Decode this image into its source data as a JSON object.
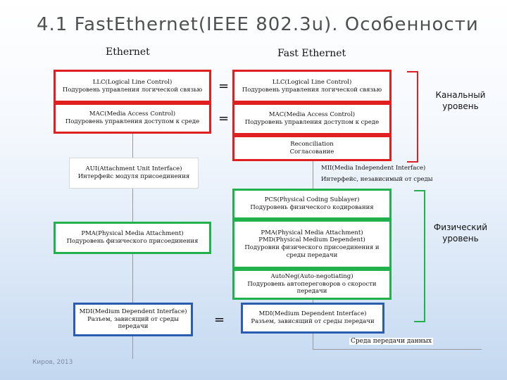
{
  "title": "4.1 FastEthernet(IEEE 802.3u). Особенности",
  "columns": {
    "left": "Ethernet",
    "right": "Fast Ethernet"
  },
  "left_boxes": {
    "llc": [
      "LLC(Logical Line Control)",
      "Подуровень управления логической связью"
    ],
    "mac": [
      "MAC(Media Access Control)",
      "Подуровень управления доступом к среде"
    ],
    "aui": [
      "AUI(Attachment Unit Interface)",
      "Интерфейс модуля присоединения"
    ],
    "pma": [
      "PMA(Physical Media Attachment)",
      "Подуровень физического присоединения"
    ],
    "mdi": [
      "MDI(Medium Dependent Interface)",
      "Разъем, зависящий от среды",
      "передачи"
    ]
  },
  "right_boxes": {
    "llc": [
      "LLC(Logical Line Control)",
      "Подуровень управления логической связью"
    ],
    "mac": [
      "MAC(Media Access Control)",
      "Подуровень управления доступом к среде"
    ],
    "rec": [
      "Reconciliation",
      "Согласование"
    ],
    "pcs": [
      "PCS(Physical Coding Sublayer)",
      "Подуровень физического кодирования"
    ],
    "pma": [
      "PMA(Physical Media Attachment)",
      "PMD(Physical Medium Dependent)",
      "Подуровни физического присоединения и",
      "среды передачи"
    ],
    "autoneg": [
      "AutoNeg(Auto-negotiating)",
      "Подуровень автопереговоров о скорости",
      "передачи"
    ],
    "mdi": [
      "MDI(Medium Dependent Interface)",
      "Разъем, зависящий от среды передачи"
    ]
  },
  "mii_label": [
    "MII(Media Independent Interface)",
    "Интерфейс, независимый от среды"
  ],
  "medium_label": "Среда передачи данных",
  "equals": "=",
  "side_labels": {
    "link": [
      "Канальный",
      "уровень"
    ],
    "physical": [
      "Физический",
      "уровень"
    ]
  },
  "footer": "Киров, 2013",
  "colors": {
    "red": "#e02020",
    "green": "#22b14c",
    "blue": "#2a5db0"
  }
}
